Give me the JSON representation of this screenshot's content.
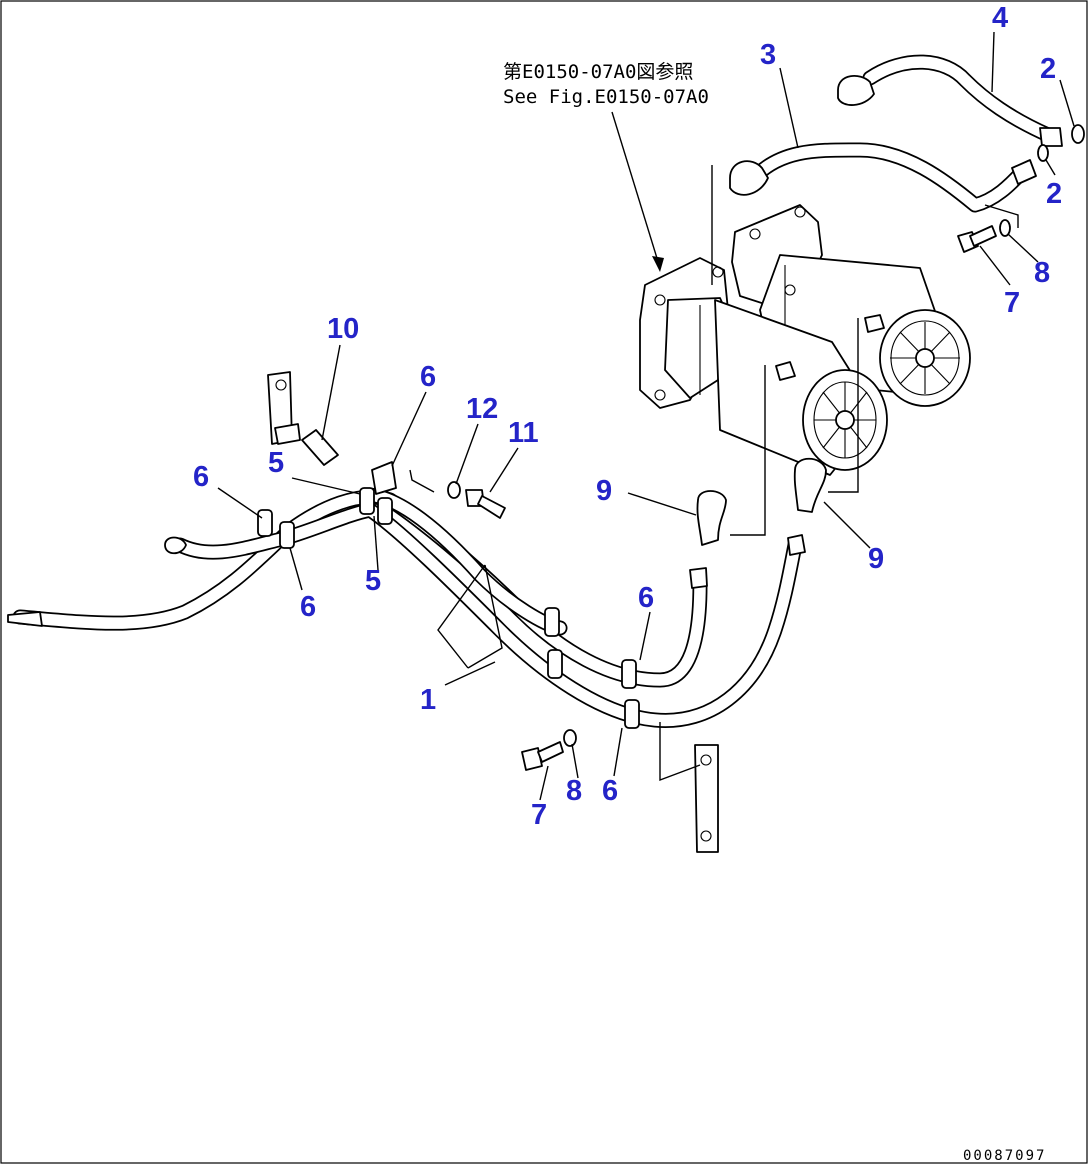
{
  "reference": {
    "line_jp": "第E0150-07A0図参照",
    "line_en": "See Fig.E0150-07A0"
  },
  "doc_number": "00087097",
  "callouts": [
    "1",
    "2",
    "2",
    "3",
    "4",
    "5",
    "5",
    "6",
    "6",
    "6",
    "6",
    "6",
    "7",
    "7",
    "8",
    "8",
    "9",
    "9",
    "10",
    "11",
    "12"
  ],
  "colors": {
    "callout": "#2424c8",
    "line": "#000000",
    "background": "#ffffff"
  }
}
